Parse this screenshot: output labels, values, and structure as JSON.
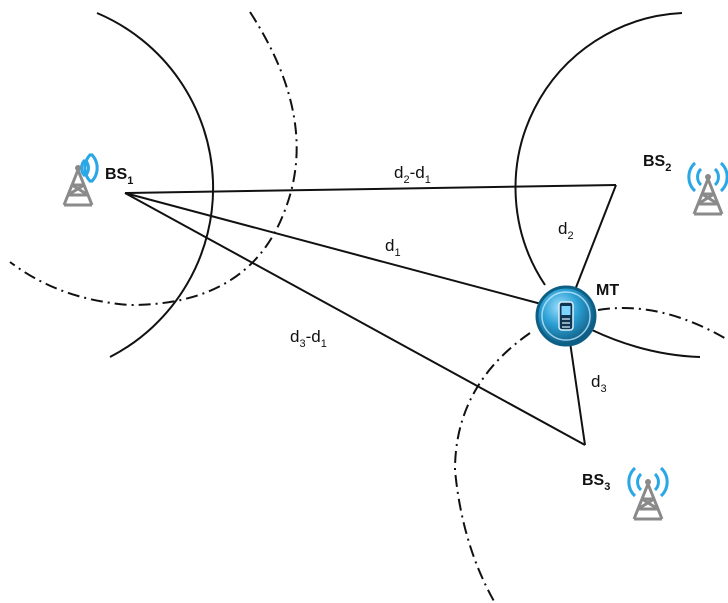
{
  "stations": {
    "bs1": {
      "label": "BS",
      "sub": "1"
    },
    "bs2": {
      "label": "BS",
      "sub": "2"
    },
    "bs3": {
      "label": "BS",
      "sub": "3"
    }
  },
  "terminal": {
    "label": "MT"
  },
  "distances": {
    "d1": {
      "base": "d",
      "sub": "1"
    },
    "d2": {
      "base": "d",
      "sub": "2"
    },
    "d3": {
      "base": "d",
      "sub": "3"
    },
    "d2_minus_d1": {
      "a": "d",
      "a_sub": "2",
      "sep": "-",
      "b": "d",
      "b_sub": "1"
    },
    "d3_minus_d1": {
      "a": "d",
      "a_sub": "3",
      "sep": "-",
      "b": "d",
      "b_sub": "1"
    }
  },
  "colors": {
    "line": "#111111",
    "tower": "#8a8a8a",
    "signal": "#2aa7e6",
    "mt_fill": "#1f8fbf",
    "mt_ring": "#0d5f86"
  }
}
